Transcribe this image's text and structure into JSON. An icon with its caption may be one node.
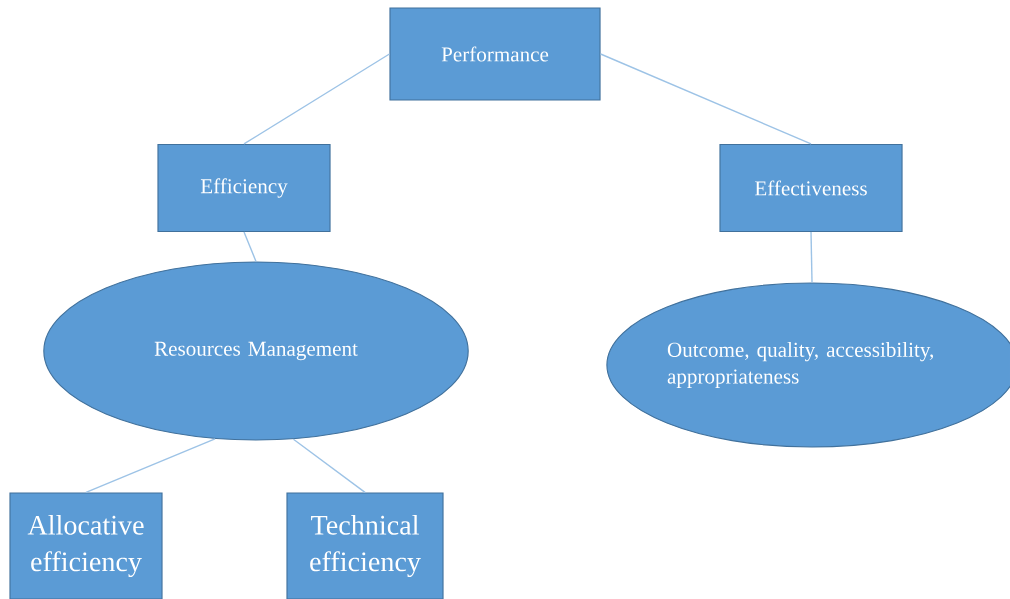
{
  "diagram": {
    "nodes": [
      {
        "text": [
          "Performance"
        ]
      },
      {
        "text": [
          "Efficiency"
        ]
      },
      {
        "text": [
          "Effectiveness"
        ]
      },
      {
        "text": [
          "Resources Management"
        ]
      },
      {
        "text": [
          "Outcome, quality, accessibility, appropriateness"
        ]
      },
      {
        "text": [
          "Allocative efficiency"
        ]
      },
      {
        "text": [
          "Technical efficiency"
        ]
      }
    ],
    "edges": [
      {
        "from": 0,
        "to": 1,
        "arrow": "none"
      },
      {
        "from": 0,
        "to": 2,
        "arrow": "none"
      },
      {
        "from": 1,
        "to": 3,
        "arrow": "none"
      },
      {
        "from": 2,
        "to": 4,
        "arrow": "none"
      },
      {
        "from": 3,
        "to": 5,
        "arrow": "none"
      },
      {
        "from": 3,
        "to": 6,
        "arrow": "none"
      }
    ]
  }
}
